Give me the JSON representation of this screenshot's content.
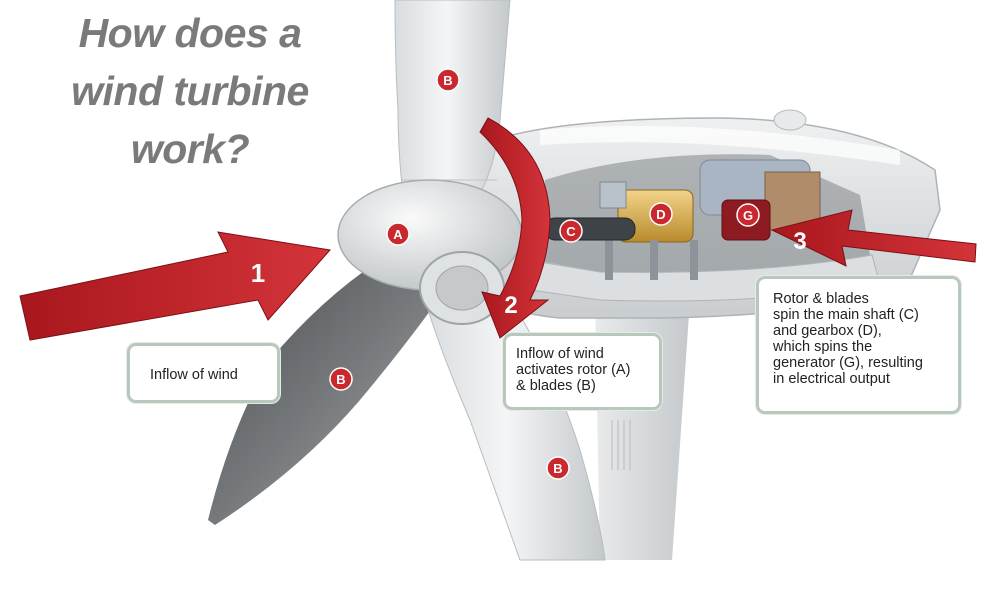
{
  "title": {
    "line1": "How does a",
    "line2": "wind turbine",
    "line3": "work?"
  },
  "labels": {
    "rotor": "A",
    "blade": "B",
    "shaft": "C",
    "gearbox": "D",
    "generator": "G"
  },
  "steps": {
    "one": "1",
    "two": "2",
    "three": "3"
  },
  "callouts": {
    "inflow": [
      "Inflow of wind"
    ],
    "activation": [
      "Inflow of wind",
      "activates rotor (A)",
      "& blades (B)"
    ],
    "output": [
      "Rotor & blades",
      "spin the main shaft (C)",
      "and gearbox (D),",
      "which spins the",
      "generator (G), resulting",
      "in electrical output"
    ]
  },
  "colors": {
    "accent_red": "#c8282e",
    "title_gray": "#7a7a7a",
    "callout_border": "#b9c8bd"
  }
}
